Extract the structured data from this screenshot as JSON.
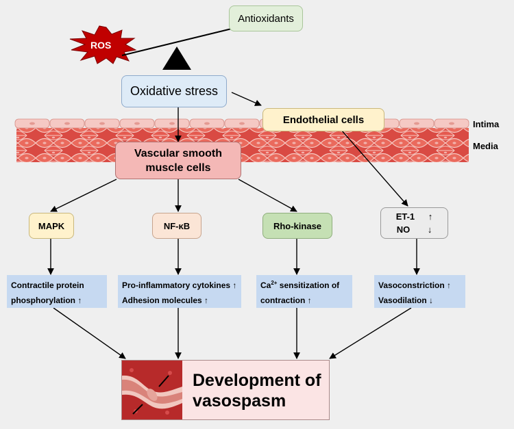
{
  "colors": {
    "background": "#efefef",
    "ros_fill": "#c00000",
    "antioxidant_fill": "#e2efda",
    "oxidative_fill": "#deebf7",
    "endothelial_fill": "#fff2cc",
    "vsmc_fill": "#f4b8b6",
    "mapk_fill": "#fff2cc",
    "nfkb_fill": "#fbe5d6",
    "rho_fill": "#c5e0b4",
    "et_fill": "#ececec",
    "effect_fill": "#c6d9f1",
    "result_fill": "#fbe4e4"
  },
  "diagram": {
    "antioxidants": "Antioxidants",
    "ros": "ROS",
    "oxidative_stress": "Oxidative stress",
    "endothelial_cells": "Endothelial cells",
    "intima": "Intima",
    "media": "Media",
    "vsmc_line1": "Vascular smooth",
    "vsmc_line2": "muscle cells",
    "mapk": "MAPK",
    "nfkb": "NF-κB",
    "rho_kinase": "Rho-kinase",
    "et1": "ET-1",
    "et1_arrow": "↑",
    "no": "NO",
    "no_arrow": "↓",
    "mapk_effect_line1": "Contractile protein",
    "mapk_effect_line2": "phosphorylation ↑",
    "nfkb_effect_line1": "Pro-inflammatory cytokines ↑",
    "nfkb_effect_line2": "Adhesion molecules ↑",
    "rho_effect_ca": "Ca",
    "rho_effect_sup": "2+",
    "rho_effect_line1_rest": " sensitization of",
    "rho_effect_line2": "contraction  ↑",
    "et_effect_line1": "Vasoconstriction ↑",
    "et_effect_line2": "Vasodilation ↓",
    "result_line1": "Development of",
    "result_line2": "vasospasm",
    "vessel_image": "vessel-icon"
  }
}
